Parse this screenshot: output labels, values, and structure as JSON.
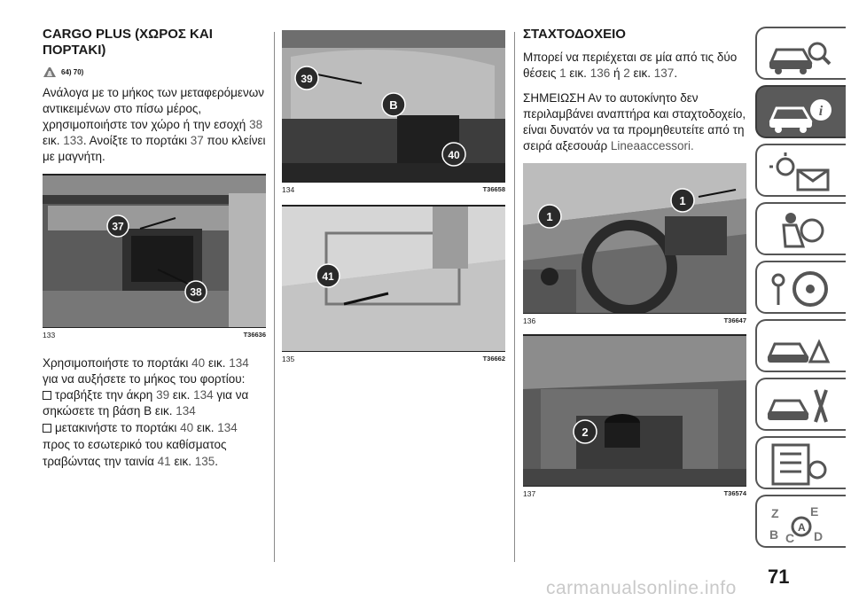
{
  "left": {
    "heading": "CARGO PLUS (ΧΩΡΟΣ ΚΑΙ ΠΟΡΤΑΚΙ)",
    "warning_ref": "64) 70)",
    "para1_a": "Ανάλογα με το μήκος των μεταφερόμενων αντικειμένων στο πίσω μέρος, χρησιμοποιήστε τον χώρο ή την εσοχή ",
    "para1_ref1": "38",
    "para1_b": " εικ. ",
    "para1_ref2": "133",
    "para1_c": ". Ανοίξτε το πορτάκι ",
    "para1_ref3": "37",
    "para1_d": " που κλείνει με μαγνήτη.",
    "fig": {
      "num": "133",
      "code": "T36636",
      "callouts": [
        "37",
        "38"
      ]
    },
    "para2_a": "Χρησιμοποιήστε το πορτάκι ",
    "para2_ref1": "40",
    "para2_b": " εικ. ",
    "para2_ref2": "134",
    "para2_c": " για να αυξήσετε το μήκος του φορτίου:",
    "bullet1_a": "τραβήξτε την άκρη ",
    "bullet1_ref1": "39",
    "bullet1_b": " εικ. ",
    "bullet1_ref2": "134",
    "bullet1_c": " για να σηκώσετε τη βάση B εικ. ",
    "bullet1_ref3": "134",
    "bullet2_a": "μετακινήστε το πορτάκι ",
    "bullet2_ref1": "40",
    "bullet2_b": " εικ. ",
    "bullet2_ref2": "134",
    "bullet2_c": " προς το εσωτερικό του καθίσματος τραβώντας την ταινία ",
    "bullet2_ref3": "41",
    "bullet2_d": " εικ. ",
    "bullet2_ref4": "135",
    "bullet2_e": "."
  },
  "middle": {
    "fig134": {
      "num": "134",
      "code": "T36658",
      "callouts": [
        "39",
        "B",
        "40"
      ]
    },
    "fig135": {
      "num": "135",
      "code": "T36662",
      "callouts": [
        "41"
      ]
    }
  },
  "right": {
    "heading": "ΣΤΑΧΤΟΔΟΧΕΙΟ",
    "para1_a": "Μπορεί να περιέχεται σε μία από τις δύο θέσεις ",
    "para1_ref1": "1",
    "para1_b": " εικ. ",
    "para1_ref2": "136",
    "para1_c": " ή ",
    "para1_ref3": "2",
    "para1_d": " εικ. ",
    "para1_ref4": "137",
    "para1_e": ".",
    "note_a": "ΣΗΜΕΙΩΣΗ Αν το αυτοκίνητο δεν περιλαμβάνει αναπτήρα και σταχτοδοχείο, είναι δυνατόν να τα προμηθευτείτε από τη σειρά αξεσουάρ ",
    "note_link": "Lineaaccessori.",
    "fig136": {
      "num": "136",
      "code": "T36647",
      "callouts": [
        "1",
        "1"
      ]
    },
    "fig137": {
      "num": "137",
      "code": "T36574",
      "callouts": [
        "2"
      ]
    }
  },
  "sidebar": {
    "tabs": [
      "car-search-icon",
      "car-info-icon",
      "warning-lights-icon",
      "airbag-person-icon",
      "key-steering-icon",
      "car-warning-icon",
      "car-tools-icon",
      "spec-list-icon",
      "index-az-icon"
    ],
    "active_index": 1,
    "active_color": "#5a5a5a"
  },
  "page_number": "71",
  "watermark": "carmanualsonline.info"
}
